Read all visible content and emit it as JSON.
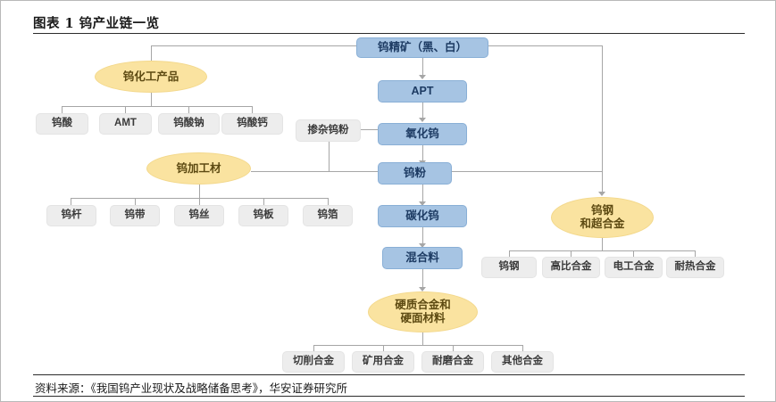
{
  "header": {
    "title": "图表 1 钨产业链一览"
  },
  "footer": {
    "source": "资料来源：《我国钨产业现状及战略储备思考》，华安证券研究所"
  },
  "colors": {
    "blue_fill": "#a6c4e3",
    "blue_border": "#89afd6",
    "blue_text": "#1d3b63",
    "yellow_fill": "#fae3a0",
    "yellow_border": "#f3d88b",
    "yellow_text": "#5d4a12",
    "grey_fill": "#ededed",
    "grey_border": "#e4e4e4",
    "grey_text": "#3a3a3a",
    "connector": "#a6a6a6",
    "rule": "#2b2b2b"
  },
  "chart_data": {
    "type": "diagram",
    "title": "图表 1 钨产业链一览",
    "nodes": [
      {
        "id": "concentrate",
        "label": "钨精矿（黑、白）",
        "shape": "rect",
        "style": "blue"
      },
      {
        "id": "apt",
        "label": "APT",
        "shape": "rect",
        "style": "blue"
      },
      {
        "id": "oxide",
        "label": "氧化钨",
        "shape": "rect",
        "style": "blue"
      },
      {
        "id": "powder",
        "label": "钨粉",
        "shape": "rect",
        "style": "blue"
      },
      {
        "id": "carbide",
        "label": "碳化钨",
        "shape": "rect",
        "style": "blue"
      },
      {
        "id": "mixture",
        "label": "混合料",
        "shape": "rect",
        "style": "blue"
      },
      {
        "id": "doped",
        "label": "掺杂钨粉",
        "shape": "rect",
        "style": "grey"
      },
      {
        "id": "chem",
        "label": "钨化工产品",
        "shape": "ellipse",
        "style": "yellow"
      },
      {
        "id": "wrought",
        "label": "钨加工材",
        "shape": "ellipse",
        "style": "yellow"
      },
      {
        "id": "hardmetal",
        "label": "硬质合金和\n硬面材料",
        "shape": "ellipse",
        "style": "yellow"
      },
      {
        "id": "steel",
        "label": "钨钢\n和超合金",
        "shape": "ellipse",
        "style": "yellow"
      },
      {
        "id": "c1",
        "label": "钨酸",
        "shape": "rect",
        "style": "grey"
      },
      {
        "id": "c2",
        "label": "AMT",
        "shape": "rect",
        "style": "grey"
      },
      {
        "id": "c3",
        "label": "钨酸钠",
        "shape": "rect",
        "style": "grey"
      },
      {
        "id": "c4",
        "label": "钨酸钙",
        "shape": "rect",
        "style": "grey"
      },
      {
        "id": "w1",
        "label": "钨杆",
        "shape": "rect",
        "style": "grey"
      },
      {
        "id": "w2",
        "label": "钨带",
        "shape": "rect",
        "style": "grey"
      },
      {
        "id": "w3",
        "label": "钨丝",
        "shape": "rect",
        "style": "grey"
      },
      {
        "id": "w4",
        "label": "钨板",
        "shape": "rect",
        "style": "grey"
      },
      {
        "id": "w5",
        "label": "钨箔",
        "shape": "rect",
        "style": "grey"
      },
      {
        "id": "h1",
        "label": "切削合金",
        "shape": "rect",
        "style": "grey"
      },
      {
        "id": "h2",
        "label": "矿用合金",
        "shape": "rect",
        "style": "grey"
      },
      {
        "id": "h3",
        "label": "耐磨合金",
        "shape": "rect",
        "style": "grey"
      },
      {
        "id": "h4",
        "label": "其他合金",
        "shape": "rect",
        "style": "grey"
      },
      {
        "id": "s1",
        "label": "钨钢",
        "shape": "rect",
        "style": "grey"
      },
      {
        "id": "s2",
        "label": "高比合金",
        "shape": "rect",
        "style": "grey"
      },
      {
        "id": "s3",
        "label": "电工合金",
        "shape": "rect",
        "style": "grey"
      },
      {
        "id": "s4",
        "label": "耐热合金",
        "shape": "rect",
        "style": "grey"
      }
    ],
    "edges": [
      {
        "from": "concentrate",
        "to": "chem"
      },
      {
        "from": "concentrate",
        "to": "apt"
      },
      {
        "from": "concentrate",
        "to": "steel"
      },
      {
        "from": "apt",
        "to": "oxide"
      },
      {
        "from": "oxide",
        "to": "powder"
      },
      {
        "from": "doped",
        "to": "oxide"
      },
      {
        "from": "doped",
        "to": "powder"
      },
      {
        "from": "powder",
        "to": "carbide"
      },
      {
        "from": "powder",
        "to": "wrought"
      },
      {
        "from": "powder",
        "to": "steel"
      },
      {
        "from": "carbide",
        "to": "mixture"
      },
      {
        "from": "mixture",
        "to": "hardmetal"
      },
      {
        "from": "chem",
        "to": "c1"
      },
      {
        "from": "chem",
        "to": "c2"
      },
      {
        "from": "chem",
        "to": "c3"
      },
      {
        "from": "chem",
        "to": "c4"
      },
      {
        "from": "wrought",
        "to": "w1"
      },
      {
        "from": "wrought",
        "to": "w2"
      },
      {
        "from": "wrought",
        "to": "w3"
      },
      {
        "from": "wrought",
        "to": "w4"
      },
      {
        "from": "wrought",
        "to": "w5"
      },
      {
        "from": "hardmetal",
        "to": "h1"
      },
      {
        "from": "hardmetal",
        "to": "h2"
      },
      {
        "from": "hardmetal",
        "to": "h3"
      },
      {
        "from": "hardmetal",
        "to": "h4"
      },
      {
        "from": "steel",
        "to": "s1"
      },
      {
        "from": "steel",
        "to": "s2"
      },
      {
        "from": "steel",
        "to": "s3"
      },
      {
        "from": "steel",
        "to": "s4"
      }
    ]
  },
  "nodes": {
    "concentrate": "钨精矿（黑、白）",
    "apt": "APT",
    "oxide": "氧化钨",
    "powder": "钨粉",
    "carbide": "碳化钨",
    "mixture": "混合料",
    "doped": "掺杂钨粉",
    "chem": "钨化工产品",
    "wrought": "钨加工材",
    "hardmetal_l1": "硬质合金和",
    "hardmetal_l2": "硬面材料",
    "steel_l1": "钨钢",
    "steel_l2": "和超合金",
    "c1": "钨酸",
    "c2": "AMT",
    "c3": "钨酸钠",
    "c4": "钨酸钙",
    "w1": "钨杆",
    "w2": "钨带",
    "w3": "钨丝",
    "w4": "钨板",
    "w5": "钨箔",
    "h1": "切削合金",
    "h2": "矿用合金",
    "h3": "耐磨合金",
    "h4": "其他合金",
    "s1": "钨钢",
    "s2": "高比合金",
    "s3": "电工合金",
    "s4": "耐热合金"
  }
}
